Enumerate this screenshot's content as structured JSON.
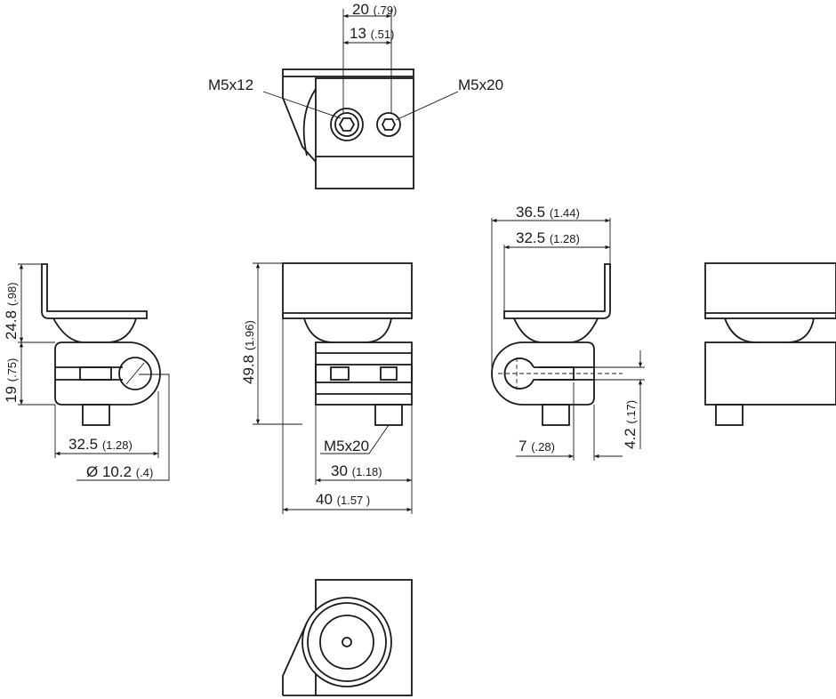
{
  "title": "Mounting bracket dimension drawing",
  "dimensions": {
    "top_width": {
      "value": "20",
      "sub": "(.79)"
    },
    "top_spacing": {
      "value": "13",
      "sub": "(.51)"
    },
    "screw_left": "M5x12",
    "screw_right": "M5x20",
    "right_overall": {
      "value": "36.5",
      "sub": "(1.44)"
    },
    "right_inner": {
      "value": "32.5",
      "sub": "(1.28)"
    },
    "left_height_upper": {
      "value": "24.8",
      "sub": "(.98)"
    },
    "left_height_lower": {
      "value": "19",
      "sub": "(.75)"
    },
    "left_width": {
      "value": "32.5",
      "sub": "(1.28)"
    },
    "left_diameter": {
      "value": "Ø 10.2",
      "sub": "(.4)"
    },
    "front_height": {
      "value": "49.8",
      "sub": "(1.96)"
    },
    "front_screw": "M5x20",
    "front_inner_width": {
      "value": "30",
      "sub": "(1.18)"
    },
    "front_width": {
      "value": "40",
      "sub": "(1.57 )"
    },
    "right_offset": {
      "value": "7",
      "sub": "(.28)"
    },
    "right_slot": {
      "value": "4.2",
      "sub": "(.17)"
    }
  }
}
